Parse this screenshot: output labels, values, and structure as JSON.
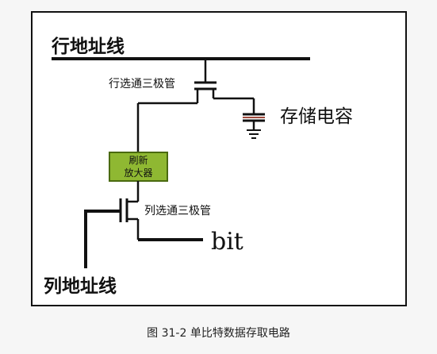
{
  "diagram": {
    "row_address_line": "行地址线",
    "row_select_transistor": "行选通三极管",
    "storage_capacitor": "存储电容",
    "refresh_amplifier_line1": "刷新",
    "refresh_amplifier_line2": "放大器",
    "column_select_transistor": "列选通三极管",
    "bit_line": "bit",
    "column_address_line": "列地址线"
  },
  "caption": "图 31-2  单比特数据存取电路",
  "colors": {
    "frame": "#111111",
    "amplifier_fill": "#8fb832",
    "amplifier_border": "#4a6a10",
    "capacitor_accent": "#a04a3c",
    "page_bg": "#f6f6f6"
  }
}
